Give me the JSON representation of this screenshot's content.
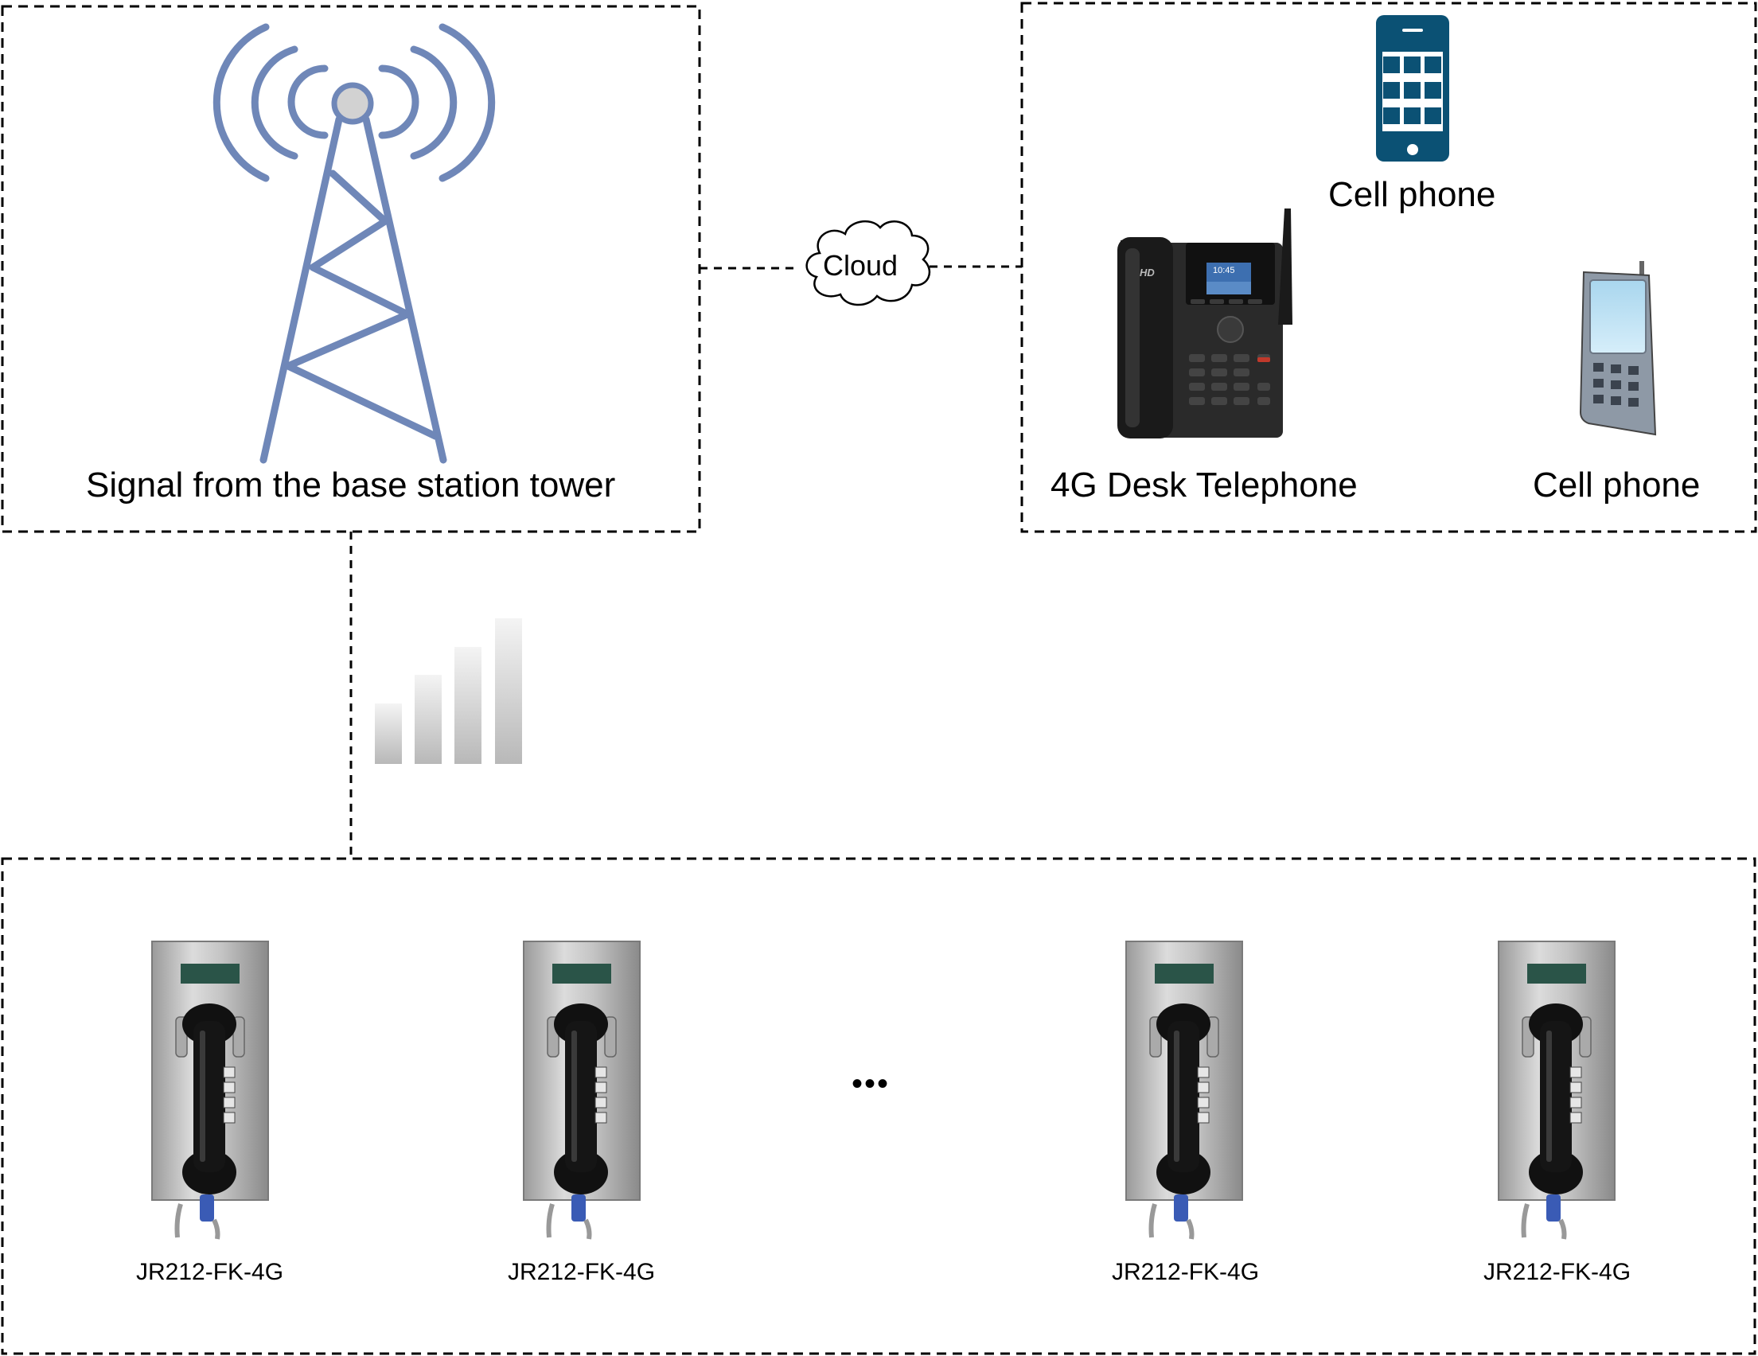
{
  "tower_label": "Signal from the base station tower",
  "cloud_label": "Cloud",
  "remote": {
    "cell_phone_top_label": "Cell phone",
    "desk_phone_label": "4G Desk Telephone",
    "cell_phone_right_label": "Cell phone",
    "desk_phone_screen_time": "10:45",
    "desk_phone_brand": "HD"
  },
  "terminals": [
    {
      "model": "JR212-FK-4G"
    },
    {
      "model": "JR212-FK-4G"
    },
    {
      "model": "JR212-FK-4G"
    },
    {
      "model": "JR212-FK-4G"
    }
  ],
  "ellipsis": "•••",
  "colors": {
    "tower": "#6f87b8",
    "smartphone": "#0b5174",
    "border": "#000000"
  },
  "icons": [
    "antenna-tower-icon",
    "cloud-icon",
    "signal-bars-icon",
    "smartphone-icon",
    "desk-phone-icon",
    "feature-phone-icon",
    "wall-phone-icon"
  ]
}
